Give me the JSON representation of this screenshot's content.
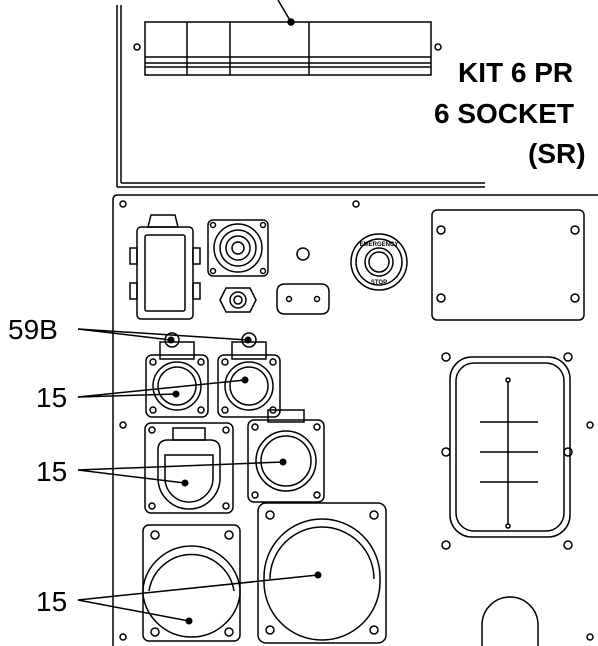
{
  "title_lines": [
    "KIT 6 PR",
    "6 SOCKET",
    "(SR)"
  ],
  "callouts": [
    "59B",
    "15",
    "15",
    "15"
  ],
  "estop_top": "EMERGENCY",
  "estop_bottom": "STOP",
  "colors": {
    "line": "#000000",
    "background": "#ffffff"
  }
}
